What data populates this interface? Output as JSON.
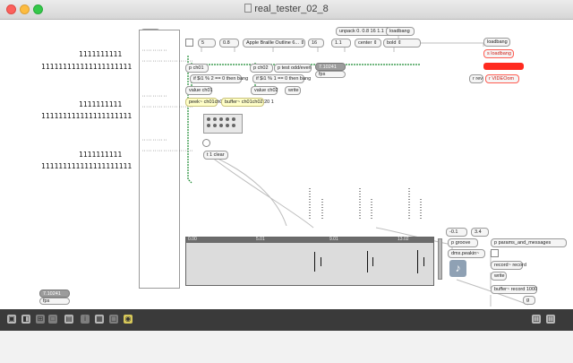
{
  "window": {
    "title": "real_tester_02_8"
  },
  "left_display": {
    "rows": [
      "1111111111",
      "111111111111111111111",
      "1111111111",
      "111111111111111111111",
      "1111111111",
      "111111111111111111111"
    ]
  },
  "list_column": {
    "clear_label": "clear",
    "entries": [
      "''''''''''''",
      "''''''''''''''''''''''''",
      "''''''''''''",
      "''''''''''''''''''''''''",
      "''''''''''''",
      "''''''''''''''''''''''''"
    ]
  },
  "patch_objects": {
    "unpack": "unpack 0. 0.8 16 1.1 1",
    "loadbang_top": "loadbang",
    "size_number": "5",
    "opacity_number": "0.8",
    "font_menu": "Apple Braille Outline 6...",
    "font_size_number": "16",
    "line_height_number": "1.1",
    "align_menu": "center",
    "weight_menu": "bold",
    "p_ch01": "p ch01",
    "p_ch02": "p ch02",
    "p_test": "p test odd/even",
    "expr1": "if $i1 % 2 == 0 then bang",
    "expr2": "if $i1 % 1 == 0 then bang",
    "value1": "value ch01",
    "value2": "value ch02",
    "write_top": "write",
    "peek1": "peek~ ch01ch02",
    "buffer1": "buffer~ ch01ch02 20 1",
    "fps_top_value": "7.10241",
    "fps_top_label": "fps",
    "t_clear": "t 1 clear",
    "loadbang_right": "loadbang",
    "s_loadbang": "s loadbang",
    "r_rev": "r rev",
    "r_videoom": "r VIDEOom",
    "num_a": "-0.1",
    "num_b": "3.4",
    "p_groove": "p groove",
    "p_params": "p params_and_messages",
    "dmx_peak": "dmx.peakin~",
    "record_obj": "record~ record",
    "write_bottom": "write",
    "buffer_record": "buffer~ record 1000",
    "g_button": "g",
    "fps_bottom_value": "7.10241",
    "fps_bottom_label": "fps"
  },
  "waveform": {
    "ruler_labels": [
      "0.00",
      "5.01",
      "9.01",
      "13.02"
    ]
  },
  "colors": {
    "accent_red": "#ff2a1f",
    "wire_green": "#1e8c34",
    "toolbar": "#3a3a3a"
  }
}
